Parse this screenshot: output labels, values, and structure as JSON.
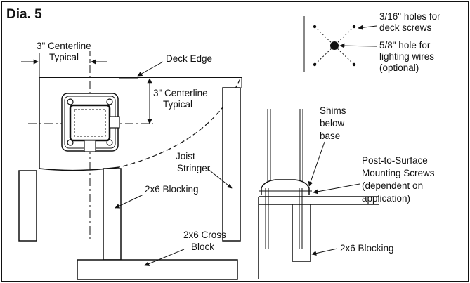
{
  "title": "Dia. 5",
  "labels": {
    "centerline_top_1": "3\" Centerline",
    "centerline_top_2": "Typical",
    "deck_edge": "Deck Edge",
    "centerline_right_1": "3\" Centerline",
    "centerline_right_2": "Typical",
    "joist_1": "Joist",
    "joist_2": "Stringer",
    "blocking_left": "2x6 Blocking",
    "cross_block_1": "2x6 Cross",
    "cross_block_2": "Block",
    "shims_1": "Shims",
    "shims_2": "below",
    "shims_3": "base",
    "screws_1": "Post-to-Surface",
    "screws_2": "Mounting Screws",
    "screws_3": "(dependent on",
    "screws_4": "application)",
    "blocking_right": "2x6 Blocking"
  },
  "legend": {
    "holes_small_1": "3/16\" holes for",
    "holes_small_2": "deck screws",
    "hole_large_1": "5/8\" hole for",
    "hole_large_2": "lighting wires",
    "hole_large_3": "(optional)"
  },
  "colors": {
    "ink": "#111111",
    "background": "#ffffff"
  }
}
